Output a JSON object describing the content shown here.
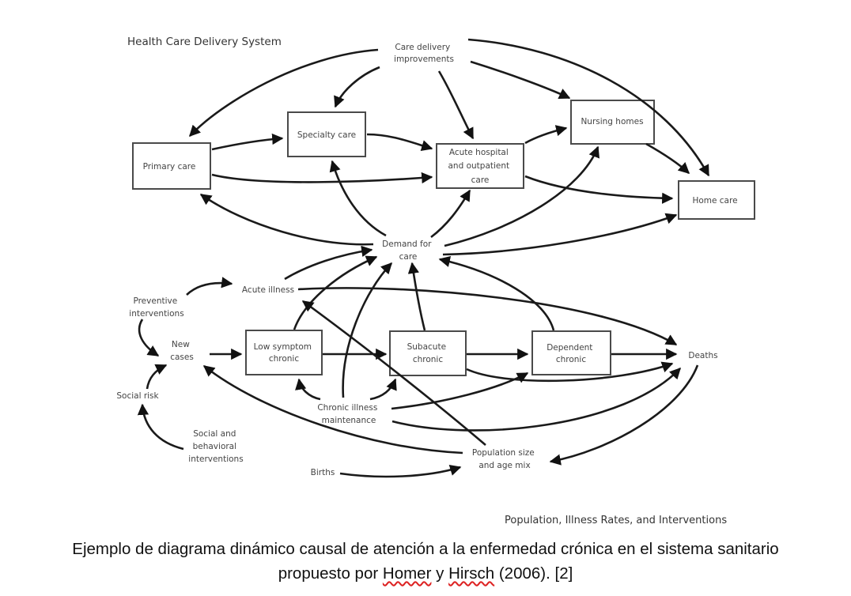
{
  "diagram": {
    "sections": {
      "top": "Health Care Delivery System",
      "bottom": "Population, Illness Rates, and Interventions"
    },
    "nodes": {
      "care_delivery_improvements": [
        "Care delivery",
        "improvements"
      ],
      "primary_care": [
        "Primary care"
      ],
      "specialty_care": [
        "Specialty care"
      ],
      "acute_hospital": [
        "Acute hospital",
        "and outpatient",
        "care"
      ],
      "nursing_homes": [
        "Nursing homes"
      ],
      "home_care": [
        "Home care"
      ],
      "demand_for_care": [
        "Demand for",
        "care"
      ],
      "acute_illness": [
        "Acute illness"
      ],
      "preventive_interventions": [
        "Preventive",
        "interventions"
      ],
      "new_cases": [
        "New",
        "cases"
      ],
      "social_risk": [
        "Social risk"
      ],
      "social_behavioral_interventions": [
        "Social and",
        "behavioral",
        "interventions"
      ],
      "low_symptom_chronic": [
        "Low symptom",
        "chronic"
      ],
      "subacute_chronic": [
        "Subacute",
        "chronic"
      ],
      "dependent_chronic": [
        "Dependent",
        "chronic"
      ],
      "deaths": [
        "Deaths"
      ],
      "chronic_illness_maintenance": [
        "Chronic illness",
        "maintenance"
      ],
      "births": [
        "Births"
      ],
      "population_size": [
        "Population size",
        "and age mix"
      ]
    },
    "edges": [
      [
        "care_delivery_improvements",
        "primary_care"
      ],
      [
        "care_delivery_improvements",
        "specialty_care"
      ],
      [
        "care_delivery_improvements",
        "acute_hospital"
      ],
      [
        "care_delivery_improvements",
        "nursing_homes"
      ],
      [
        "care_delivery_improvements",
        "home_care"
      ],
      [
        "primary_care",
        "specialty_care"
      ],
      [
        "primary_care",
        "acute_hospital"
      ],
      [
        "specialty_care",
        "acute_hospital"
      ],
      [
        "acute_hospital",
        "nursing_homes"
      ],
      [
        "acute_hospital",
        "home_care"
      ],
      [
        "nursing_homes",
        "home_care"
      ],
      [
        "demand_for_care",
        "primary_care"
      ],
      [
        "demand_for_care",
        "specialty_care"
      ],
      [
        "demand_for_care",
        "acute_hospital"
      ],
      [
        "demand_for_care",
        "nursing_homes"
      ],
      [
        "demand_for_care",
        "home_care"
      ],
      [
        "acute_illness",
        "demand_for_care"
      ],
      [
        "acute_illness",
        "deaths"
      ],
      [
        "low_symptom_chronic",
        "demand_for_care"
      ],
      [
        "subacute_chronic",
        "demand_for_care"
      ],
      [
        "dependent_chronic",
        "demand_for_care"
      ],
      [
        "chronic_illness_maintenance",
        "demand_for_care"
      ],
      [
        "preventive_interventions",
        "acute_illness"
      ],
      [
        "preventive_interventions",
        "new_cases"
      ],
      [
        "social_risk",
        "new_cases"
      ],
      [
        "social_behavioral_interventions",
        "social_risk"
      ],
      [
        "new_cases",
        "low_symptom_chronic"
      ],
      [
        "low_symptom_chronic",
        "subacute_chronic"
      ],
      [
        "subacute_chronic",
        "dependent_chronic"
      ],
      [
        "dependent_chronic",
        "deaths"
      ],
      [
        "subacute_chronic",
        "deaths"
      ],
      [
        "chronic_illness_maintenance",
        "low_symptom_chronic"
      ],
      [
        "chronic_illness_maintenance",
        "subacute_chronic"
      ],
      [
        "chronic_illness_maintenance",
        "dependent_chronic"
      ],
      [
        "chronic_illness_maintenance",
        "deaths"
      ],
      [
        "population_size",
        "new_cases"
      ],
      [
        "population_size",
        "acute_illness"
      ],
      [
        "births",
        "population_size"
      ],
      [
        "deaths",
        "population_size"
      ]
    ]
  },
  "caption": {
    "line1": "Ejemplo de diagrama dinámico causal de atención a la enfermedad crónica en el sistema sanitario",
    "line2_prefix": "propuesto por ",
    "author1": "Homer",
    "conj": " y ",
    "author2": "Hirsch",
    "line2_suffix": " (2006). [2]"
  }
}
